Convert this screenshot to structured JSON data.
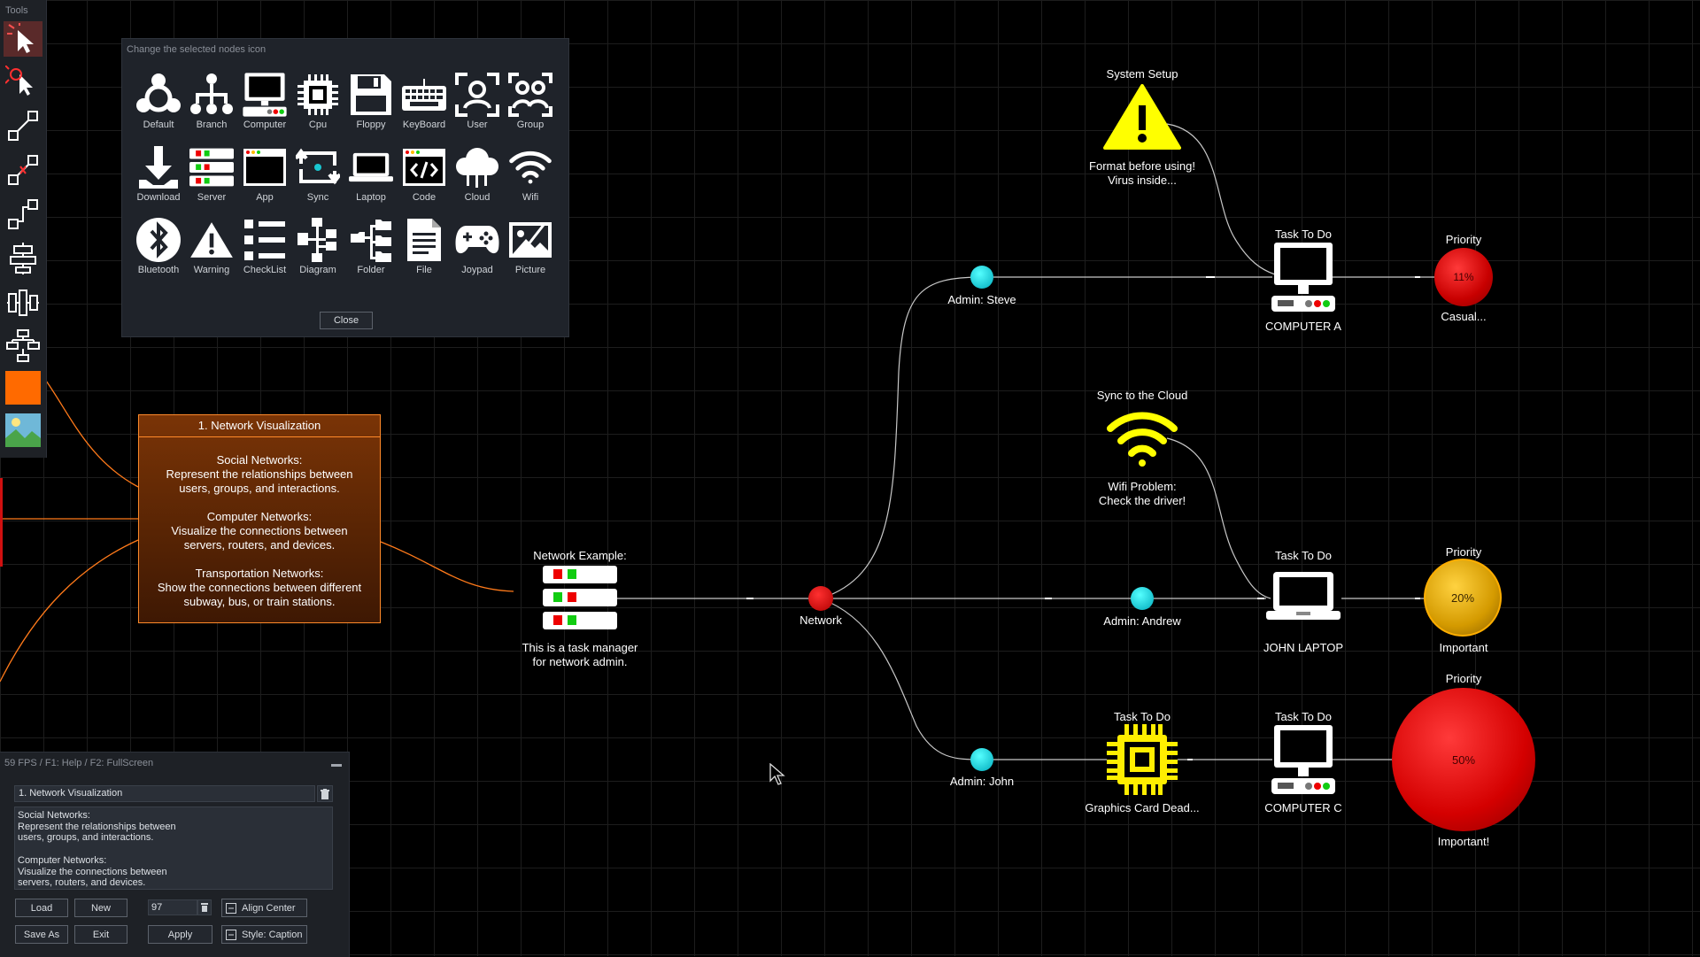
{
  "toolbar": {
    "title": "Tools",
    "color_swatch": "#ff6a00"
  },
  "icon_panel": {
    "title": "Change the selected nodes icon",
    "close_label": "Close",
    "icons": [
      {
        "name": "Default",
        "icon": "default-icon"
      },
      {
        "name": "Branch",
        "icon": "branch-icon"
      },
      {
        "name": "Computer",
        "icon": "computer-icon"
      },
      {
        "name": "Cpu",
        "icon": "cpu-icon"
      },
      {
        "name": "Floppy",
        "icon": "floppy-icon"
      },
      {
        "name": "KeyBoard",
        "icon": "keyboard-icon"
      },
      {
        "name": "User",
        "icon": "user-icon"
      },
      {
        "name": "Group",
        "icon": "group-icon"
      },
      {
        "name": "Download",
        "icon": "download-icon"
      },
      {
        "name": "Server",
        "icon": "server-icon"
      },
      {
        "name": "App",
        "icon": "app-icon"
      },
      {
        "name": "Sync",
        "icon": "sync-icon"
      },
      {
        "name": "Laptop",
        "icon": "laptop-icon"
      },
      {
        "name": "Code",
        "icon": "code-icon"
      },
      {
        "name": "Cloud",
        "icon": "cloud-icon"
      },
      {
        "name": "Wifi",
        "icon": "wifi-icon"
      },
      {
        "name": "Bluetooth",
        "icon": "bluetooth-icon"
      },
      {
        "name": "Warning",
        "icon": "warning-icon"
      },
      {
        "name": "CheckList",
        "icon": "checklist-icon"
      },
      {
        "name": "Diagram",
        "icon": "diagram-icon"
      },
      {
        "name": "Folder",
        "icon": "folder-icon"
      },
      {
        "name": "File",
        "icon": "file-icon"
      },
      {
        "name": "Joypad",
        "icon": "joypad-icon"
      },
      {
        "name": "Picture",
        "icon": "picture-icon"
      }
    ]
  },
  "info_box": {
    "title": "1. Network Visualization",
    "p1a": "Social Networks:",
    "p1b": "Represent the relationships between",
    "p1c": "users, groups, and interactions.",
    "p2a": "Computer Networks:",
    "p2b": "Visualize the connections between",
    "p2c": "servers, routers, and devices.",
    "p3a": "Transportation Networks:",
    "p3b": "Show the connections between different",
    "p3c": "subway, bus, or train stations.",
    "border_color": "#ff8a2a"
  },
  "nodes": {
    "server": {
      "top": "Network Example:",
      "bottom1": "This is a task manager",
      "bottom2": "for network admin."
    },
    "network": {
      "label": "Network",
      "color": "#d40000"
    },
    "steve": {
      "label": "Admin: Steve",
      "color": "#19c6d0"
    },
    "andrew": {
      "label": "Admin: Andrew",
      "color": "#19c6d0"
    },
    "john": {
      "label": "Admin: John",
      "color": "#19c6d0"
    },
    "warning": {
      "top": "System Setup",
      "bottom1": "Format before using!",
      "bottom2": "Virus inside...",
      "color": "#ffff00"
    },
    "wifi": {
      "top": "Sync to the Cloud",
      "bottom1": "Wifi Problem:",
      "bottom2": "Check the driver!",
      "color": "#ffff00"
    },
    "compA": {
      "top": "Task To Do",
      "bottom": "COMPUTER A"
    },
    "laptop": {
      "top": "Task To Do",
      "bottom": "JOHN LAPTOP"
    },
    "cpu": {
      "top": "Task To Do",
      "bottom": "Graphics Card Dead...",
      "color": "#ffee00"
    },
    "compC": {
      "top": "Task To Do",
      "bottom": "COMPUTER C"
    },
    "p1": {
      "top": "Priority",
      "value": "11%",
      "bottom": "Casual...",
      "color": "#e00000"
    },
    "p2": {
      "top": "Priority",
      "value": "20%",
      "bottom": "Important",
      "color": "#e0a000"
    },
    "p3": {
      "top": "Priority",
      "value": "50%",
      "bottom": "Important!",
      "color": "#e00000"
    }
  },
  "bottom_panel": {
    "fps": "59 FPS / F1: Help / F2: FullScreen",
    "node_title": "1. Network Visualization",
    "text": "Social Networks:\nRepresent the relationships between\nusers, groups, and interactions.\n\nComputer Networks:\nVisualize the connections between\nservers, routers, and devices.",
    "load": "Load",
    "new": "New",
    "size_value": "97",
    "align": "Align Center",
    "save_as": "Save As",
    "exit": "Exit",
    "apply": "Apply",
    "style": "Style: Caption"
  }
}
